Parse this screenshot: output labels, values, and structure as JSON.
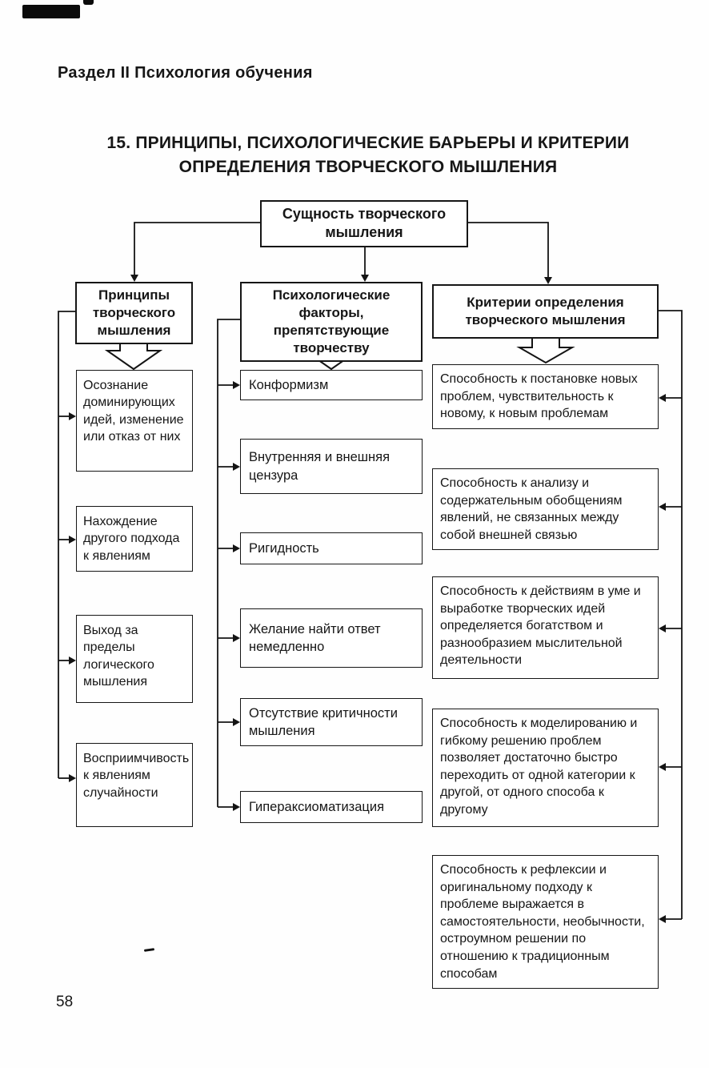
{
  "page": {
    "section_header": "Раздел II  Психология обучения",
    "page_number": "58"
  },
  "title": {
    "line1": "15. ПРИНЦИПЫ, ПСИХОЛОГИЧЕСКИЕ БАРЬЕРЫ И КРИТЕРИИ",
    "line2": "ОПРЕДЕЛЕНИЯ ТВОРЧЕСКОГО МЫШЛЕНИЯ"
  },
  "diagram": {
    "root": "Сущность творческого мышления",
    "columns": [
      {
        "header": "Принципы творческого мышления",
        "items": [
          "Осознание доминирующих идей, изменение или отказ от них",
          "Нахождение другого подхода к явлениям",
          "Выход за пределы логического мышления",
          "Восприимчивость к явлениям случайности"
        ]
      },
      {
        "header": "Психологические факторы, препятствующие творчеству",
        "items": [
          "Конформизм",
          "Внутренняя и внешняя цензура",
          "Ригидность",
          "Желание найти ответ немедленно",
          "Отсутствие критичности мышления",
          "Гипераксиоматизация"
        ]
      },
      {
        "header": "Критерии определения творческого мышления",
        "items": [
          "Способность к постановке новых проблем, чувствительность к новому, к новым проблемам",
          "Способность к анализу и содержательным обобщениям явлений, не связанных между собой внешней связью",
          "Способность к действиям в уме и выработке творческих идей определяется богатством и разнообразием мыслительной деятельности",
          "Способность к моделированию и гибкому решению проблем позволяет достаточно быстро переходить от одной категории к другой, от одного способа к другому",
          "Способность к рефлексии и оригинальному подходу к проблеме выражается в самостоятельности, необычности, остроумном решении по отношению к традиционным способам"
        ]
      }
    ],
    "colors": {
      "ink": "#161616",
      "paper": "#ffffff"
    }
  }
}
